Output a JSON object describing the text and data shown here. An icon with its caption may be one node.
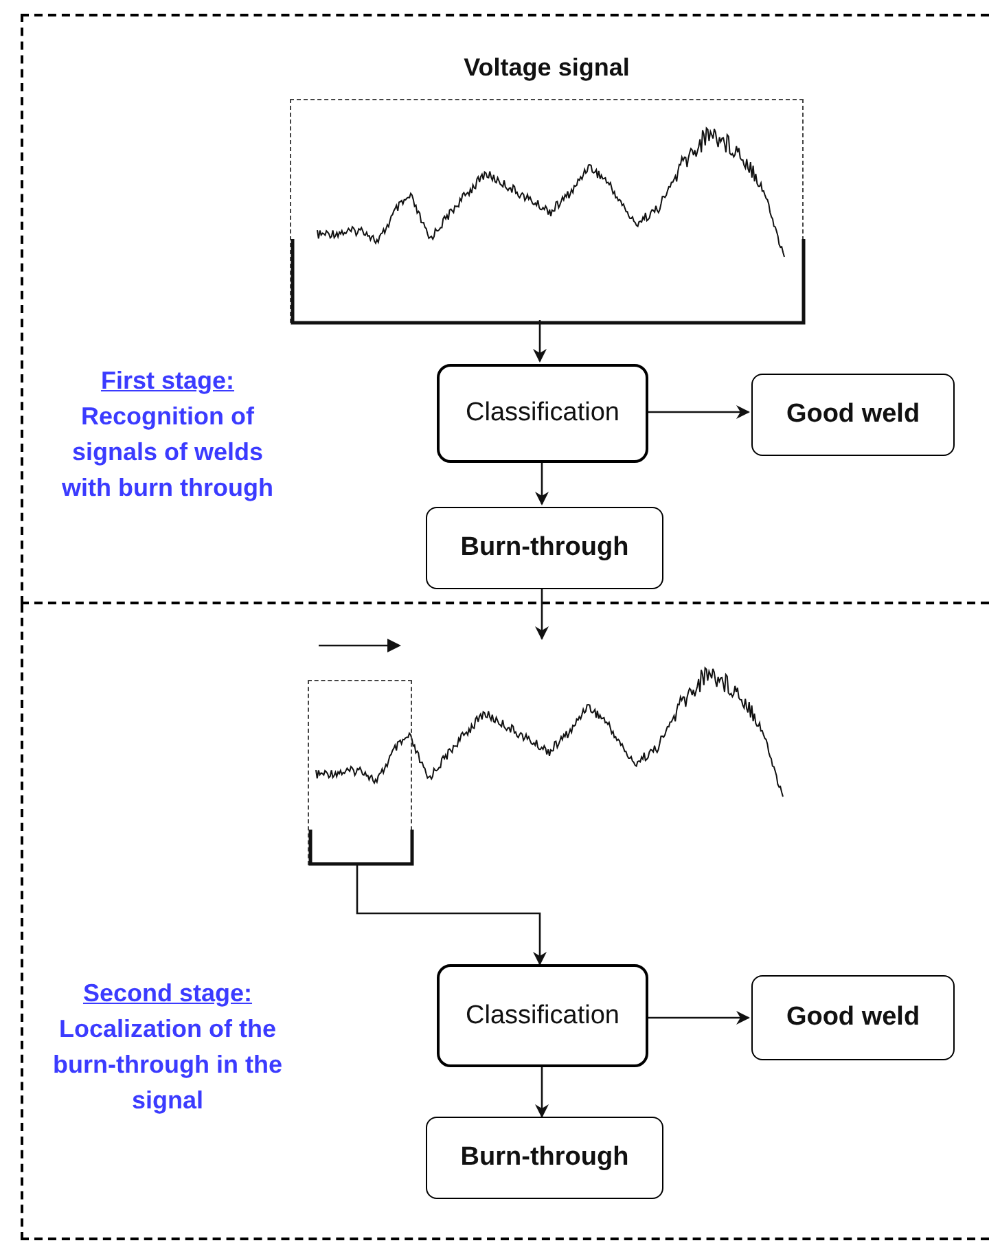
{
  "diagram": {
    "nodes": [
      {
        "text": [
          "First stage:",
          "Recognition of signals of welds with burn through"
        ]
      },
      {
        "text": [
          "Voltage signal"
        ],
        "in": 0
      },
      {
        "text": [
          "Classification"
        ],
        "in": 0
      },
      {
        "text": [
          "Good weld"
        ],
        "in": 0
      },
      {
        "text": [
          "Burn-through"
        ],
        "in": 0
      },
      {
        "text": [
          "Second stage:",
          "Localization of the burn-through in the signal"
        ]
      },
      {
        "text": [],
        "shape": "box",
        "in": 5
      },
      {
        "text": [
          "Classification"
        ],
        "in": 5
      },
      {
        "text": [
          "Good weld"
        ],
        "in": 5
      },
      {
        "text": [
          "Burn-through"
        ],
        "in": 5
      }
    ],
    "edges": [
      {
        "from": 1,
        "to": 2,
        "arrow": "to"
      },
      {
        "from": 2,
        "to": 3,
        "arrow": "to"
      },
      {
        "from": 2,
        "to": 4,
        "arrow": "to"
      },
      {
        "from": 4,
        "to": null,
        "arrow": "to"
      },
      {
        "from": 6,
        "to": 7,
        "arrow": "to"
      },
      {
        "from": 7,
        "to": 8,
        "arrow": "to"
      },
      {
        "from": 7,
        "to": 9,
        "arrow": "to"
      }
    ]
  }
}
